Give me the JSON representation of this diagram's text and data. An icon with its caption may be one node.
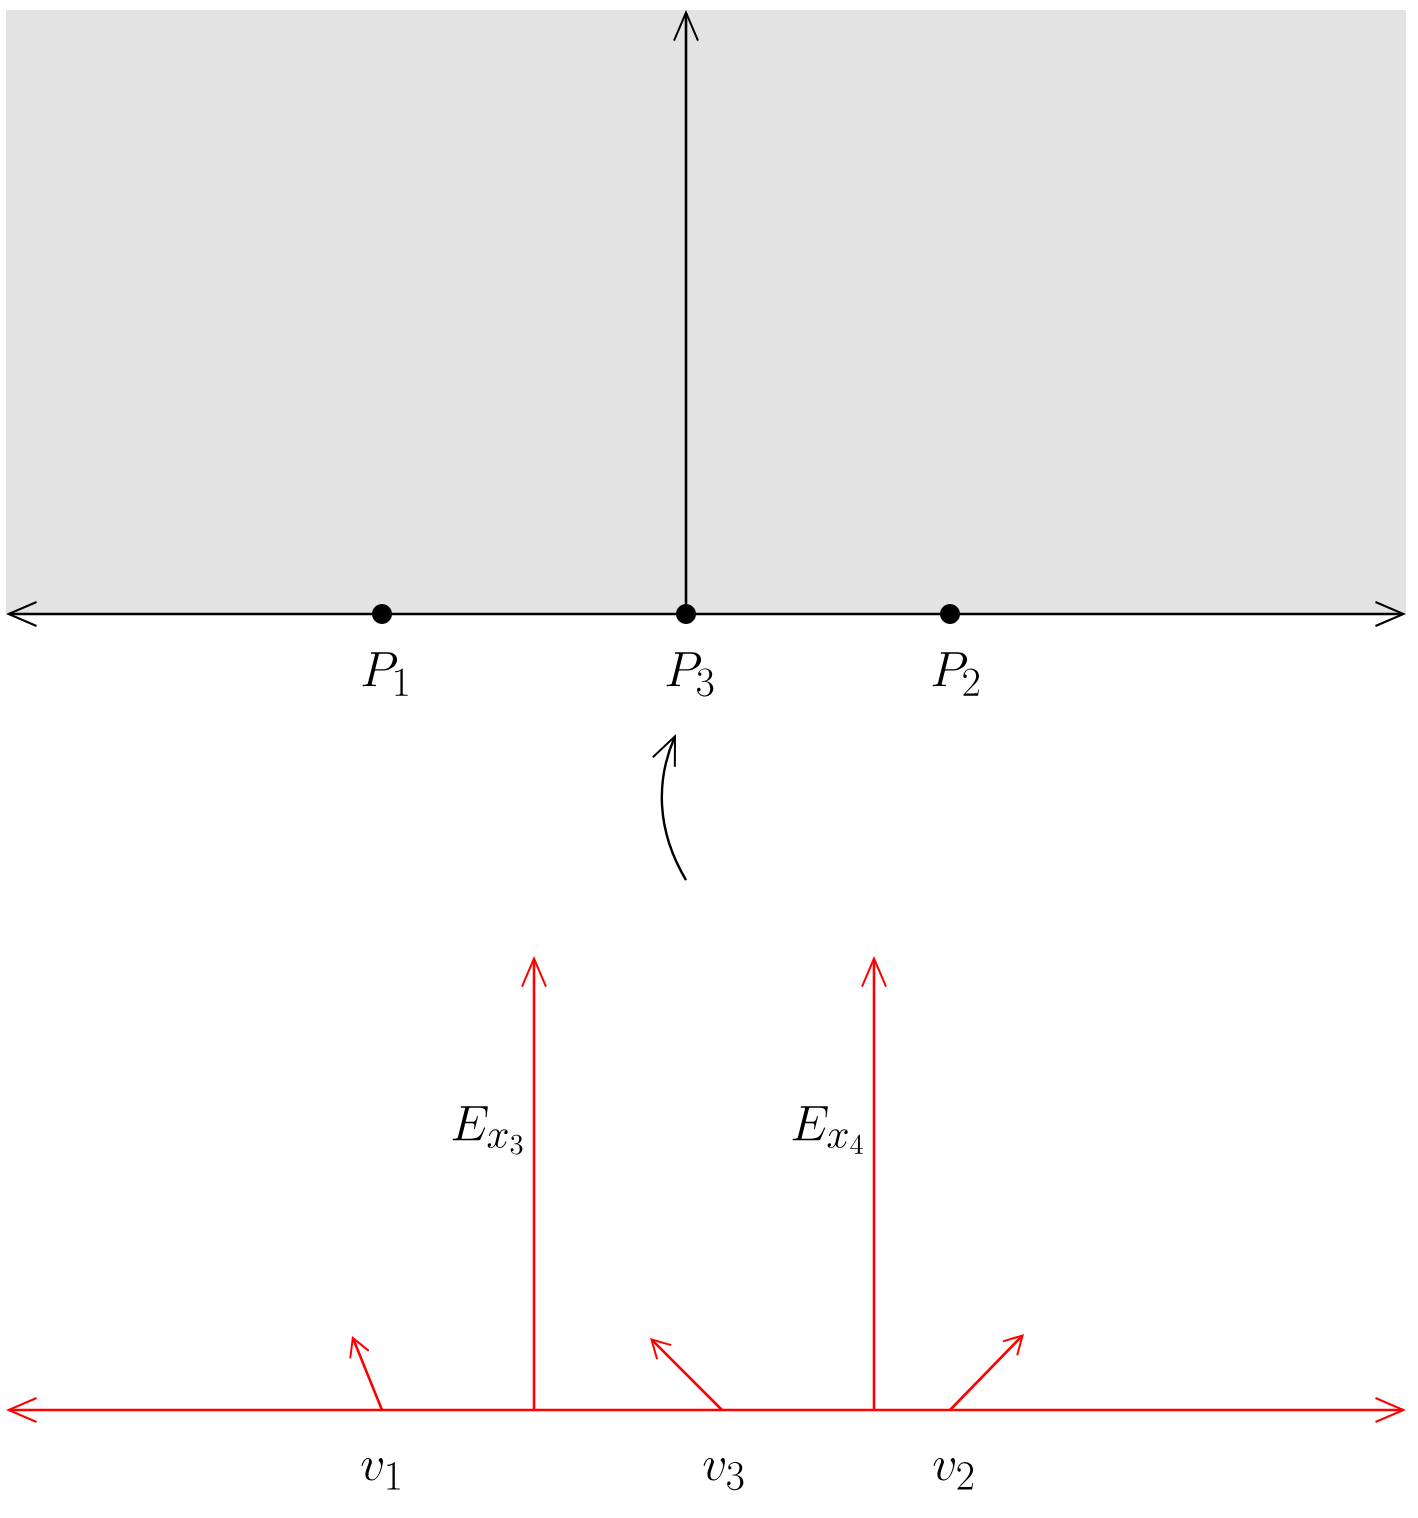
{
  "diagram": {
    "labels": [
      "P_1",
      "P_3",
      "P_2",
      "E_{x_3}",
      "E_{x_4}",
      "v_1",
      "v_3",
      "v_2"
    ]
  }
}
